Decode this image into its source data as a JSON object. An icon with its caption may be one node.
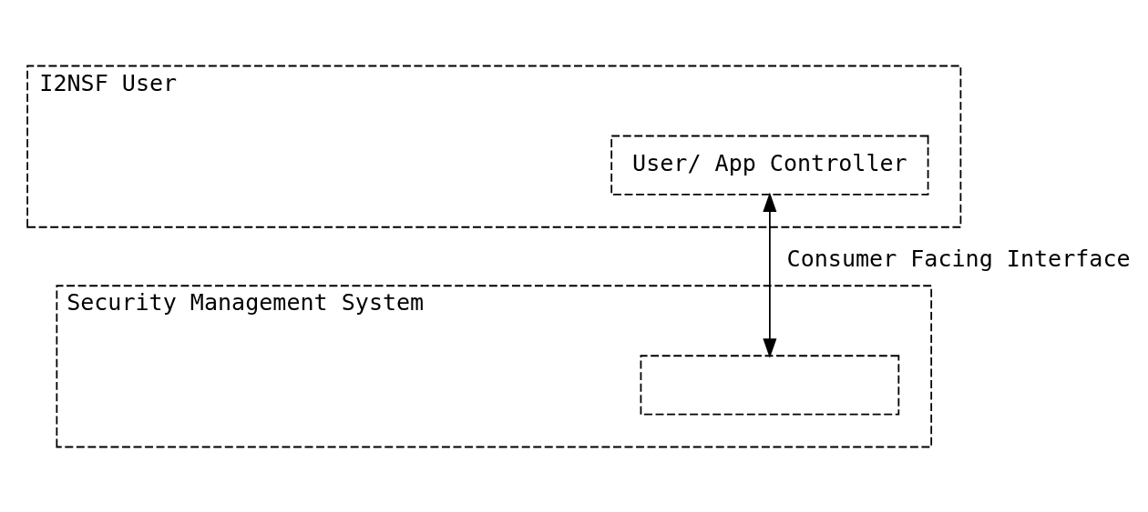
{
  "diagram": {
    "nodes": [
      {
        "text": [
          "I2NSF User"
        ]
      },
      {
        "text": [
          "User/ App Controller"
        ],
        "in": 0
      },
      {
        "text": [
          "Security Management System"
        ]
      },
      {
        "text": [],
        "shape": "box",
        "in": 2
      }
    ],
    "edges": [
      {
        "from": 1,
        "to": 3,
        "arrow": "both",
        "label": "Consumer Facing Interface"
      }
    ]
  }
}
